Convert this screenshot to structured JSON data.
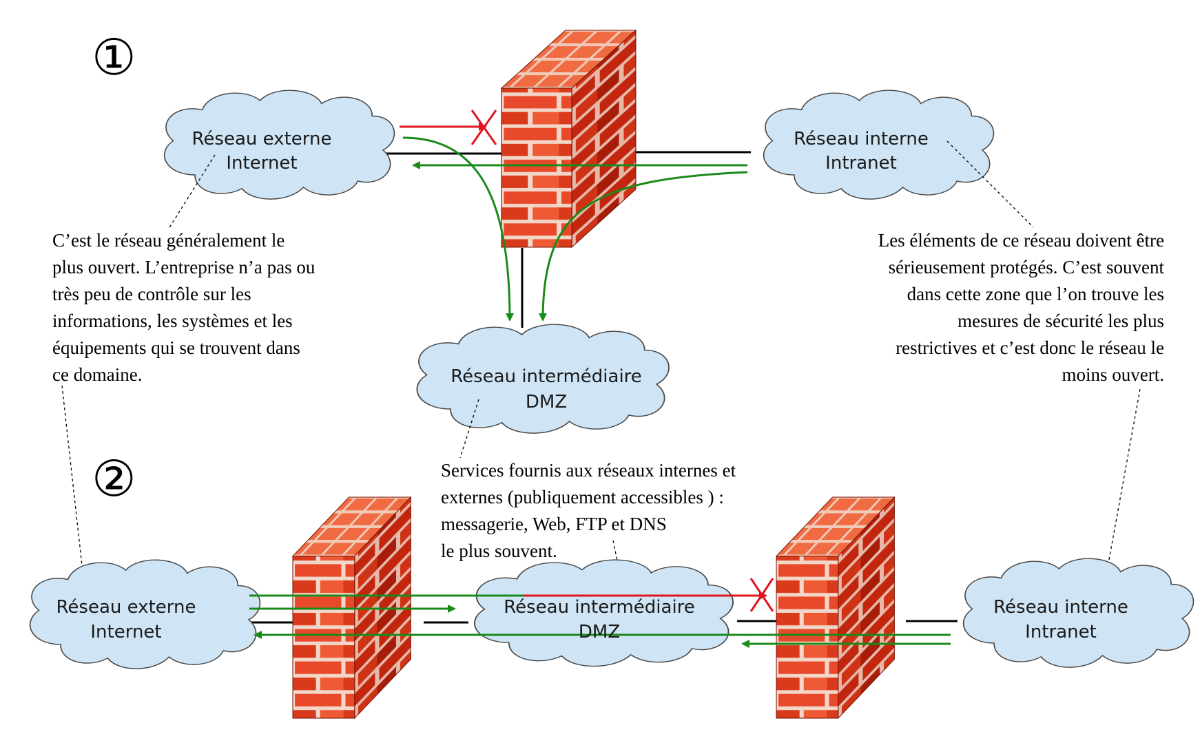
{
  "markers": {
    "diagram1": "①",
    "diagram2": "②"
  },
  "diagram1": {
    "external": {
      "line1": "Réseau externe",
      "line2": "Internet"
    },
    "internal": {
      "line1": "Réseau interne",
      "line2": "Intranet"
    },
    "dmz": {
      "line1": "Réseau intermédiaire",
      "line2": "DMZ"
    }
  },
  "diagram2": {
    "external": {
      "line1": "Réseau externe",
      "line2": "Internet"
    },
    "dmz": {
      "line1": "Réseau intermédiaire",
      "line2": "DMZ"
    },
    "internal": {
      "line1": "Réseau interne",
      "line2": "Intranet"
    }
  },
  "notes": {
    "external": [
      "C’est le réseau généralement le",
      "plus ouvert. L’entreprise n’a pas ou",
      "très peu de contrôle sur les",
      "informations, les systèmes et les",
      "équipements qui se trouvent dans",
      "ce domaine."
    ],
    "internal": [
      "Les éléments de ce réseau doivent être",
      "sérieusement protégés. C’est souvent",
      "dans cette zone que l’on trouve les",
      "mesures de sécurité les plus",
      "restrictives et c’est donc le réseau le",
      "moins ouvert."
    ],
    "dmz": [
      "Services fournis aux réseaux internes et",
      "externes (publiquement accessibles ) :",
      "messagerie, Web, FTP et DNS",
      "le plus souvent."
    ]
  },
  "colors": {
    "cloud_fill": "#cfe5f5",
    "cloud_stroke": "#4a4a4a",
    "allowed_flow": "#1a8a1a",
    "blocked_flow": "#e0141e",
    "brick_front": "#e8492a",
    "brick_side": "#b8200f",
    "mortar": "#f2d6c8"
  }
}
